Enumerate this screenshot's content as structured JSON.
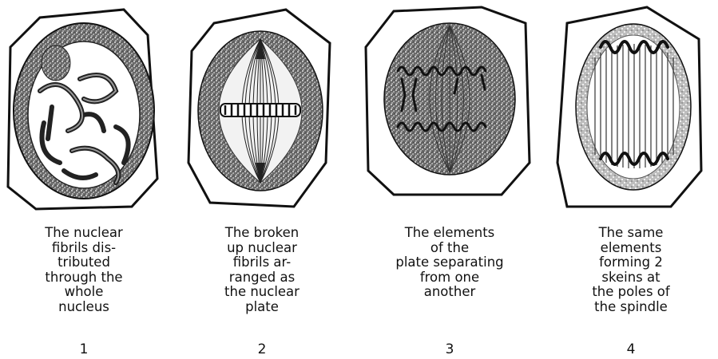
{
  "figures": [
    {
      "number": "1",
      "caption": "The nuclear\nfibrils dis-\ntributed\nthrough the\nwhole\nnucleus"
    },
    {
      "number": "2",
      "caption": "The broken\nup nuclear\nfibrils ar-\nranged as\nthe nuclear\nplate"
    },
    {
      "number": "3",
      "caption": "The elements\nof the\nplate separating\nfrom one\nanother"
    },
    {
      "number": "4",
      "caption": "The same\nelements\nforming 2\nskeins at\nthe poles of\nthe spindle"
    }
  ]
}
